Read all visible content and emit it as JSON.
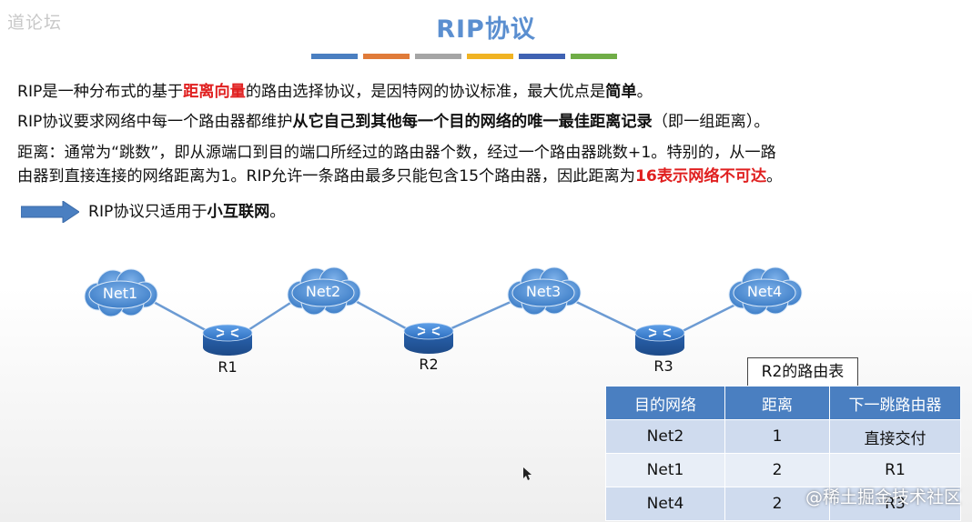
{
  "corner_text": "道论坛",
  "title": "RIP协议",
  "bar_colors": [
    "#4a7fc1",
    "#e07b39",
    "#a5a5a5",
    "#f0b323",
    "#3f62b3",
    "#70ad47"
  ],
  "p1": {
    "a": "RIP是一种分布式的基于",
    "b": "距离向量",
    "c": "的路由选择协议，是因特网的协议标准，最大优点是",
    "d": "简单",
    "e": "。"
  },
  "p2": {
    "a": "RIP协议要求网络中每一个路由器都维护",
    "b": "从它自己到其他每一个目的网络的唯一最佳距离记录",
    "c": "（即一组距离）。"
  },
  "p3": {
    "line1": "距离：通常为“跳数”，即从源端口到目的端口所经过的路由器个数，经过一个路由器跳数+1。特别的，从一路",
    "line2a": "由器到直接连接的网络距离为1。RIP允许一条路由最多只能包含15个路由器，因此距离为",
    "line2b": "16表示网络不可达",
    "line2c": "。"
  },
  "p4": {
    "a": "RIP协议只适用于",
    "b": "小互联网",
    "c": "。"
  },
  "nets": [
    "Net1",
    "Net2",
    "Net3",
    "Net4"
  ],
  "routers": [
    "R1",
    "R2",
    "R3"
  ],
  "route_table": {
    "caption": "R2的路由表",
    "headers": [
      "目的网络",
      "距离",
      "下一跳路由器"
    ],
    "rows": [
      {
        "net": "Net2",
        "dist": "1",
        "next": "直接交付"
      },
      {
        "net": "Net1",
        "dist": "2",
        "next": "R1"
      },
      {
        "net": "Net4",
        "dist": "2",
        "next": "R3"
      }
    ]
  },
  "watermark": "@稀土掘金技术社区"
}
